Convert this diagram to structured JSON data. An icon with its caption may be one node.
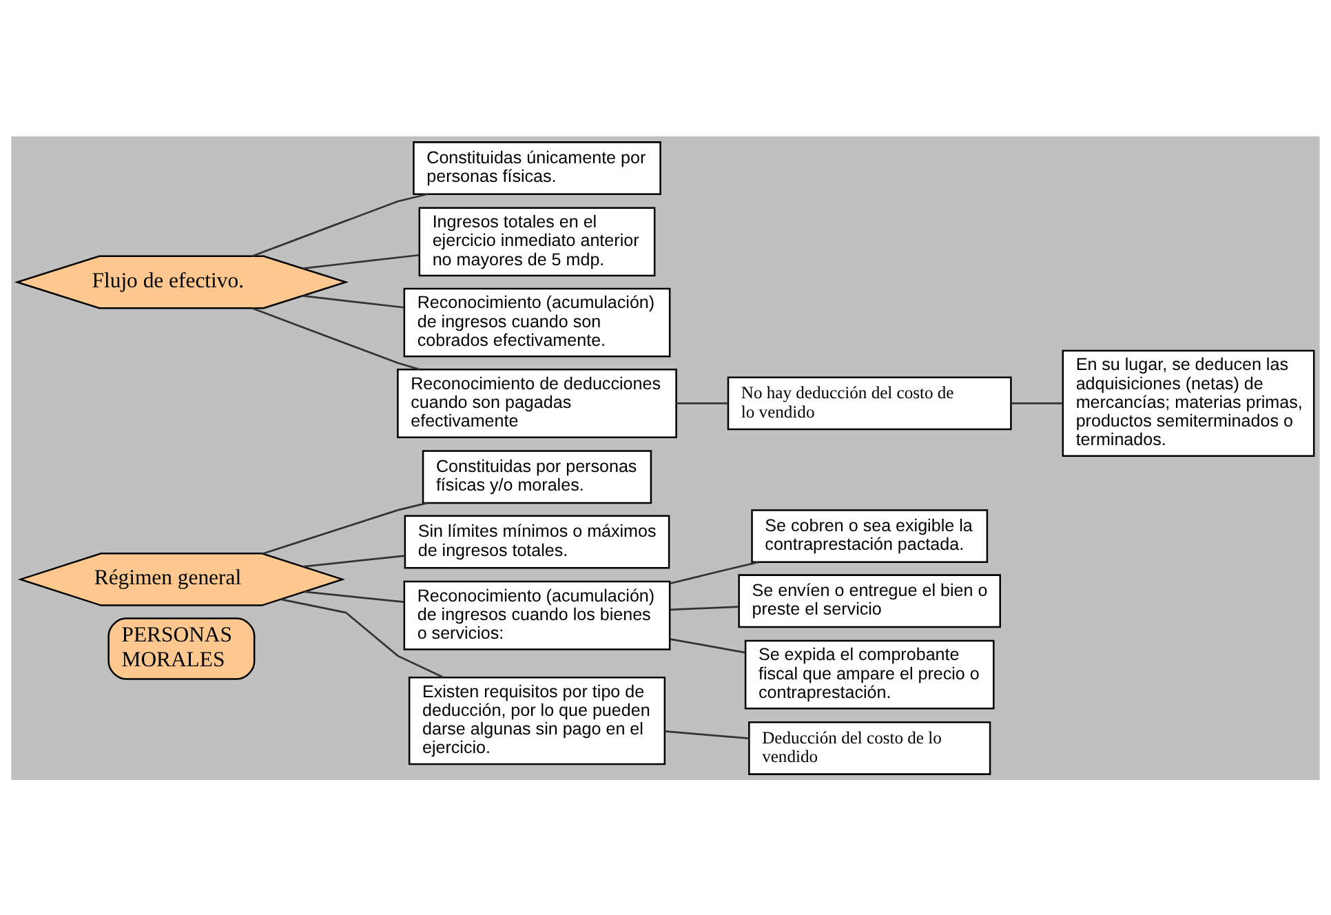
{
  "diagram": {
    "nodes": [
      {
        "text": [
          "PERSONAS MORALES"
        ]
      },
      {
        "text": [
          "Régimen general"
        ]
      },
      {
        "text": [
          "Constituidas por personas físicas y/o morales."
        ]
      },
      {
        "text": [
          "Sin límites mínimos o máximos de ingresos totales."
        ]
      },
      {
        "text": [
          "Reconocimiento (acumulación) de ingresos cuando los bienes o servicios:"
        ]
      },
      {
        "text": [
          "Se cobren o sea exigible la contraprestación pactada."
        ]
      },
      {
        "text": [
          "Se envíen o entregue el bien o preste el servicio"
        ]
      },
      {
        "text": [
          "Se expida el comprobante fiscal que ampare el precio o contraprestación."
        ]
      },
      {
        "text": [
          "Existen requisitos por tipo de deducción, por lo que pueden darse algunas sin pago en el ejercicio."
        ]
      },
      {
        "text": [
          "Deducción del costo de lo vendido"
        ]
      },
      {
        "text": [
          "Flujo de efectivo."
        ]
      },
      {
        "text": [
          "Constituidas únicamente por personas físicas."
        ]
      },
      {
        "text": [
          "Ingresos totales en el ejercicio inmediato anterior no mayores de 5 mdp."
        ]
      },
      {
        "text": [
          "Reconocimiento (acumulación) de ingresos cuando son cobrados efectivamente."
        ]
      },
      {
        "text": [
          "Reconocimiento de deducciones cuando son pagadas efectivamente"
        ]
      },
      {
        "text": [
          "No hay deducción del costo de lo vendido"
        ]
      },
      {
        "text": [
          "En su lugar, se deducen las adquisiciones (netas) de mercancías; materias primas, productos semiterminados o terminados."
        ]
      }
    ],
    "edges": [
      {
        "from": 1,
        "to": 2,
        "arrow": "none"
      },
      {
        "from": 1,
        "to": 3,
        "arrow": "none"
      },
      {
        "from": 1,
        "to": 4,
        "arrow": "none"
      },
      {
        "from": 4,
        "to": 5,
        "arrow": "none"
      },
      {
        "from": 4,
        "to": 6,
        "arrow": "none"
      },
      {
        "from": 4,
        "to": 7,
        "arrow": "none"
      },
      {
        "from": 1,
        "to": 8,
        "arrow": "none"
      },
      {
        "from": 8,
        "to": 9,
        "arrow": "none"
      },
      {
        "from": 10,
        "to": 11,
        "arrow": "none"
      },
      {
        "from": 10,
        "to": 12,
        "arrow": "none"
      },
      {
        "from": 10,
        "to": 13,
        "arrow": "none"
      },
      {
        "from": 10,
        "to": 14,
        "arrow": "none"
      },
      {
        "from": 14,
        "to": 15,
        "arrow": "none"
      },
      {
        "from": 15,
        "to": 16,
        "arrow": "none"
      }
    ]
  }
}
